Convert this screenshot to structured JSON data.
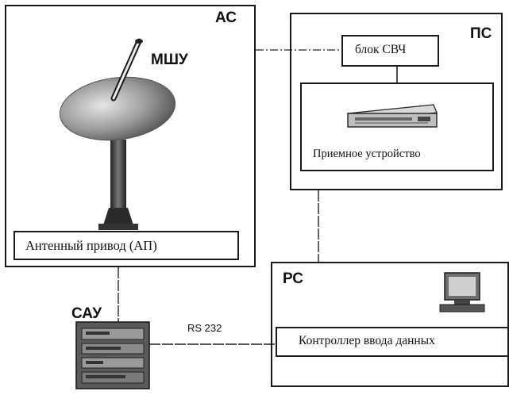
{
  "blocks": {
    "as": {
      "title": "АС",
      "lnb": "МШУ",
      "drive": "Антенный привод (АП)"
    },
    "ps": {
      "title": "ПС",
      "microwave": "блок СВЧ",
      "receiver": "Приемное устройство"
    },
    "rs": {
      "title": "РС",
      "controller": "Контроллер ввода данных"
    },
    "sau": {
      "title": "САУ",
      "link": "RS 232"
    }
  }
}
